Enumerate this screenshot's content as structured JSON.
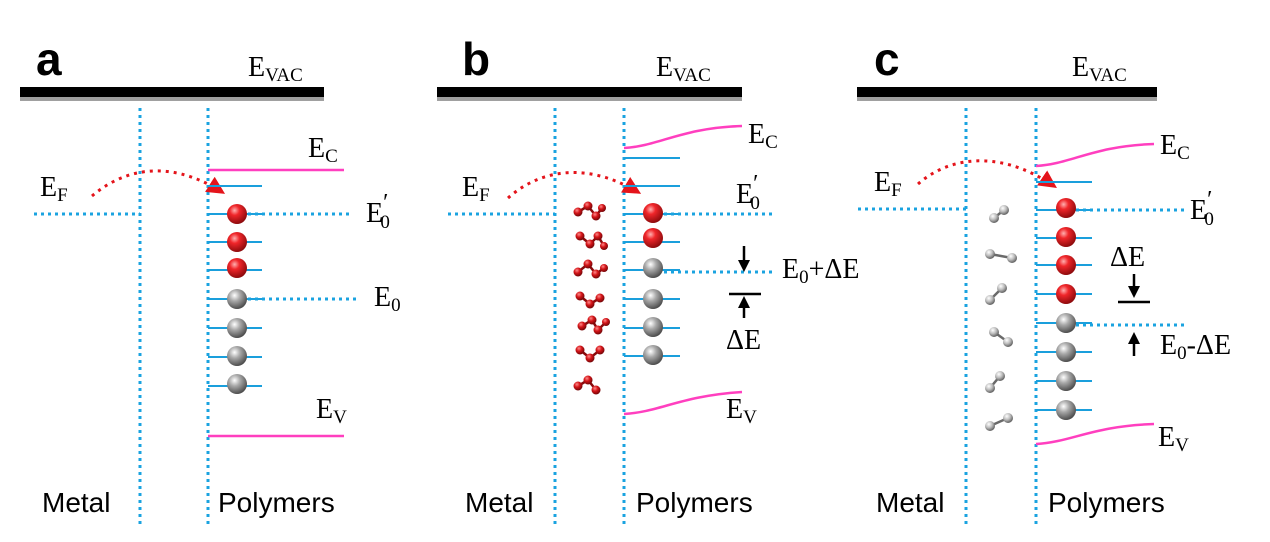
{
  "colors": {
    "band": "#ff3fbf",
    "dotted": "#1aa3e0",
    "occupied": "#e8141a",
    "empty": "#9a9a9a",
    "transfer": "#e4141b"
  },
  "panels": [
    {
      "letter": "a",
      "vac": {
        "main": "E",
        "sub": "VAC"
      },
      "ec": {
        "main": "E",
        "sub": "C"
      },
      "ef": {
        "main": "E",
        "sub": "F"
      },
      "e0p": {
        "main": "E",
        "prime": "′",
        "sub": "0"
      },
      "e0": {
        "main": "E",
        "sub": "0"
      },
      "ev": {
        "main": "E",
        "sub": "V"
      },
      "metal": "Metal",
      "polymers": "Polymers",
      "filled": 3,
      "empty": 4
    },
    {
      "letter": "b",
      "vac": {
        "main": "E",
        "sub": "VAC"
      },
      "ec": {
        "main": "E",
        "sub": "C"
      },
      "ef": {
        "main": "E",
        "sub": "F"
      },
      "e0p": {
        "main": "E",
        "prime": "′",
        "sub": "0"
      },
      "shift": {
        "main": "E",
        "sub": "0",
        "suffix": "+ΔE"
      },
      "de": "ΔE",
      "ev": {
        "main": "E",
        "sub": "V"
      },
      "metal": "Metal",
      "polymers": "Polymers",
      "filled": 2,
      "empty": 4,
      "dopant": "red molecules"
    },
    {
      "letter": "c",
      "vac": {
        "main": "E",
        "sub": "VAC"
      },
      "ec": {
        "main": "E",
        "sub": "C"
      },
      "ef": {
        "main": "E",
        "sub": "F"
      },
      "e0p": {
        "main": "E",
        "prime": "′",
        "sub": "0"
      },
      "de": "ΔE",
      "shift": {
        "main": "E",
        "sub": "0",
        "suffix": "-ΔE"
      },
      "ev": {
        "main": "E",
        "sub": "V"
      },
      "metal": "Metal",
      "polymers": "Polymers",
      "filled": 4,
      "empty": 4,
      "dopant": "grey molecules"
    }
  ]
}
